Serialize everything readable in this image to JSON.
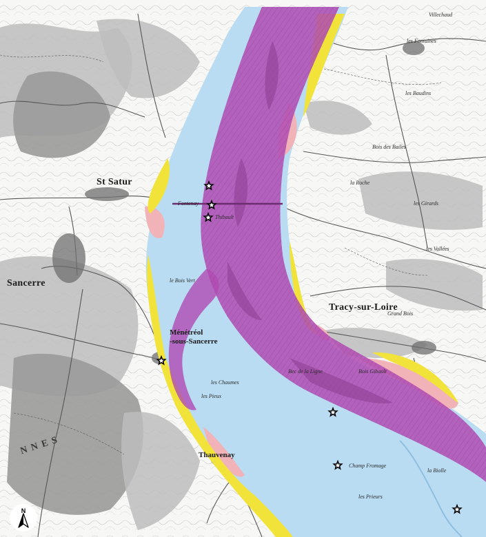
{
  "colors": {
    "paper": "#f7f7f5",
    "relief": "#bdbdbd",
    "relief_dark": "#9a9a9a",
    "flood_light": "#b9dcf2",
    "flood_strong": "#b04bb3",
    "flood_medium": "#f2b3b8",
    "flood_low": "#f1e33a",
    "roads": "#555555",
    "marker": "#000000"
  },
  "labels": {
    "st_satur": "St Satur",
    "sancerre": "Sancerre",
    "menetreol": "Ménétréol",
    "sous_sancerre": "-sous-Sancerre",
    "thauvenay": "Thauvenay",
    "thibault": "Thibault",
    "fontenay": "Fontenay",
    "bois_vert": "le Bois Vert",
    "les_chaumes": "les Chaumes",
    "les_pieux": "les Pieux",
    "bec_ligne": "Bec de la Ligne",
    "bois_gibault": "Bois Gibault",
    "grand_bois": "Grand Bois",
    "les_baudins": "les Baudins",
    "champ_fromage": "Champ Fromage",
    "region": "NNES",
    "tracy": "Tracy-sur-Loire",
    "la_roche": "la Roche",
    "villechaud": "Villechaud",
    "les_fontaines": "les Fontaines",
    "les_vallees": "les Vallées",
    "les_girards": "les Girards",
    "bois_des_bailes": "Bois des Bailes",
    "la_biolle": "la Biolle",
    "les_prieurs": "les Prieurs",
    "north": "N"
  }
}
